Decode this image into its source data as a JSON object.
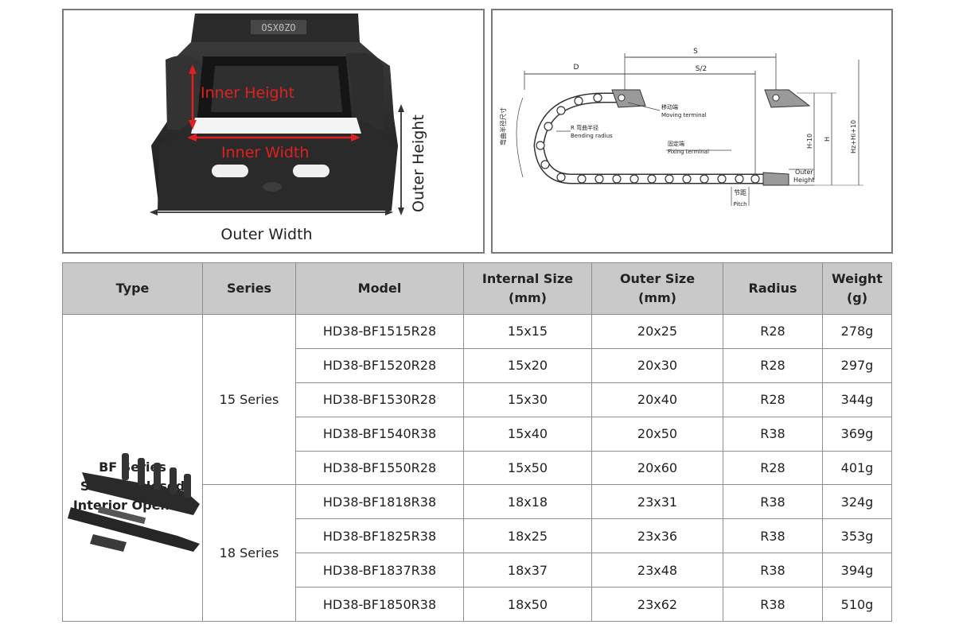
{
  "photo": {
    "inner_height": "Inner Height",
    "inner_width": "Inner Width",
    "outer_height": "Outer Height",
    "outer_width": "Outer Width",
    "part_mark": "OSX0ZO"
  },
  "diagram": {
    "d": "D",
    "s": "S",
    "s_half": "S/2",
    "moving_cn": "移动端",
    "moving_en": "Moving terminal",
    "radius_cn": "R 弯曲半径",
    "radius_en": "Bending radius",
    "fixing_cn": "固定端",
    "fixing_en": "Fixing terminal",
    "h_minus_10": "H-10",
    "h": "H",
    "hz": "Hz+Hi+10",
    "outer": "Outer",
    "height": "Height",
    "pitch_cn": "节距",
    "pitch_en": "Pitch",
    "vertical_cn": "弯曲半径尺寸"
  },
  "table": {
    "headers": {
      "type": "Type",
      "series": "Series",
      "model": "Model",
      "internal_1": "Internal Size",
      "internal_2": "(mm)",
      "outer_1": "Outer Size",
      "outer_2": "(mm)",
      "radius": "Radius",
      "weight_1": "Weight",
      "weight_2": "(g)"
    },
    "type_lines": [
      "BF Series",
      "Semi-Enclosed",
      "Interior Opening"
    ],
    "series": [
      "15 Series",
      "18 Series"
    ],
    "rows": [
      {
        "model": "HD38-BF1515R28",
        "internal": "15x15",
        "outer": "20x25",
        "radius": "R28",
        "weight": "278g"
      },
      {
        "model": "HD38-BF1520R28",
        "internal": "15x20",
        "outer": "20x30",
        "radius": "R28",
        "weight": "297g"
      },
      {
        "model": "HD38-BF1530R28",
        "internal": "15x30",
        "outer": "20x40",
        "radius": "R28",
        "weight": "344g"
      },
      {
        "model": "HD38-BF1540R38",
        "internal": "15x40",
        "outer": "20x50",
        "radius": "R38",
        "weight": "369g"
      },
      {
        "model": "HD38-BF1550R28",
        "internal": "15x50",
        "outer": "20x60",
        "radius": "R28",
        "weight": "401g"
      },
      {
        "model": "HD38-BF1818R38",
        "internal": "18x18",
        "outer": "23x31",
        "radius": "R38",
        "weight": "324g"
      },
      {
        "model": "HD38-BF1825R38",
        "internal": "18x25",
        "outer": "23x36",
        "radius": "R38",
        "weight": "353g"
      },
      {
        "model": "HD38-BF1837R38",
        "internal": "18x37",
        "outer": "23x48",
        "radius": "R38",
        "weight": "394g"
      },
      {
        "model": "HD38-BF1850R38",
        "internal": "18x50",
        "outer": "23x62",
        "radius": "R38",
        "weight": "510g"
      }
    ]
  }
}
